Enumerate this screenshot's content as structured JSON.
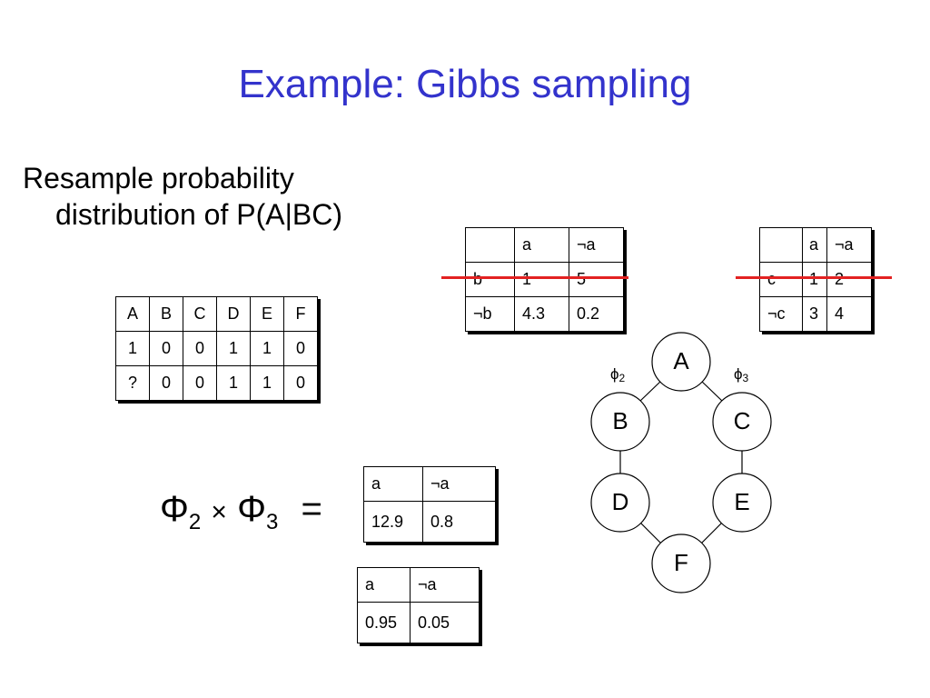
{
  "title": "Example: Gibbs sampling",
  "bullet": {
    "line1": "Resample probability",
    "line2": "distribution of P(A|BC)"
  },
  "assignment_table": {
    "header": [
      "A",
      "B",
      "C",
      "D",
      "E",
      "F"
    ],
    "rows": [
      [
        "1",
        "0",
        "0",
        "1",
        "1",
        "0"
      ],
      [
        "?",
        "0",
        "0",
        "1",
        "1",
        "0"
      ]
    ]
  },
  "phi2_table": {
    "header": [
      "",
      "a",
      "¬a"
    ],
    "rows": [
      [
        "b",
        "1",
        "5"
      ],
      [
        "¬b",
        "4.3",
        "0.2"
      ]
    ]
  },
  "phi3_table": {
    "header": [
      "",
      "a",
      "¬a"
    ],
    "rows": [
      [
        "c",
        "1",
        "2"
      ],
      [
        "¬c",
        "3",
        "4"
      ]
    ]
  },
  "product": {
    "phi": "Φ",
    "sub2": "2",
    "times": "×",
    "sub3": "3",
    "equals": "="
  },
  "product_table": {
    "header": [
      "a",
      "¬a"
    ],
    "row": [
      "12.9",
      "0.8"
    ]
  },
  "normalized_table": {
    "header": [
      "a",
      "¬a"
    ],
    "row": [
      "0.95",
      "0.05"
    ]
  },
  "graph": {
    "nodes": [
      "A",
      "B",
      "C",
      "D",
      "E",
      "F"
    ],
    "phi2": {
      "symbol": "ϕ",
      "sub": "2"
    },
    "phi3": {
      "symbol": "ϕ",
      "sub": "3"
    }
  },
  "colors": {
    "title": "#3333cc",
    "strike": "#e32222"
  }
}
